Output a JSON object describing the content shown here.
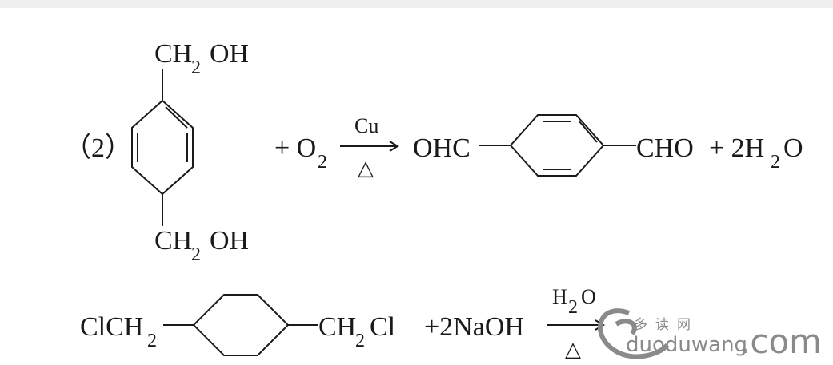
{
  "reaction1": {
    "label": "（2）",
    "substituent_top": {
      "main": "CH",
      "sub": "2",
      "tail": "OH"
    },
    "substituent_bottom": {
      "main": "CH",
      "sub": "2",
      "tail": "OH"
    },
    "plus_o2": {
      "main": "+ O",
      "sub": "2"
    },
    "catalyst": "Cu",
    "heat": "△",
    "product_left": "OHC",
    "product_right": "CHO",
    "plus_water": {
      "main": "+ 2H",
      "sub": "2",
      "tail": "O"
    }
  },
  "reaction2": {
    "left_group": {
      "main": "ClCH",
      "sub": "2"
    },
    "right_group": {
      "main": "CH",
      "sub": "2",
      "tail": "Cl"
    },
    "reagent": "+2NaOH",
    "condition_top": {
      "main": "H",
      "sub": "2",
      "tail": "O"
    },
    "heat": "△"
  },
  "watermark": {
    "chinese": "多读网",
    "domain": "duoduwang",
    "tld": ".com"
  },
  "colors": {
    "ink": "#1a1a1a",
    "watermark": "#8a8a8a",
    "topbar": "#f0f0f0"
  }
}
